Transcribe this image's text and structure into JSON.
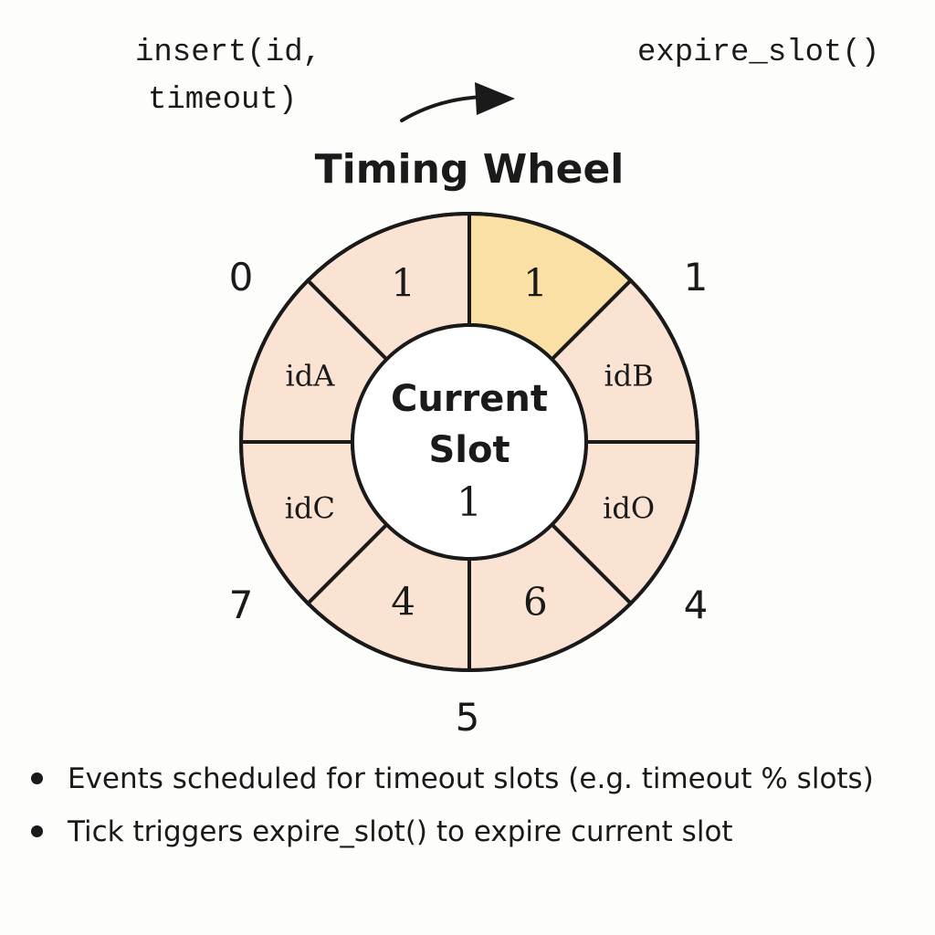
{
  "labels": {
    "insert_line1": "insert(id,",
    "insert_line2": "timeout)",
    "expire": "expire_slot()"
  },
  "title": "Timing Wheel",
  "center": {
    "line1": "Current",
    "line2": "Slot",
    "value": "1"
  },
  "outer_numbers": [
    "0",
    "1",
    "4",
    "5",
    "7"
  ],
  "slots": [
    {
      "text": "1",
      "highlight": true
    },
    {
      "text": "idB",
      "highlight": false
    },
    {
      "text": "idO",
      "highlight": false
    },
    {
      "text": "6",
      "highlight": false
    },
    {
      "text": "4",
      "highlight": false
    },
    {
      "text": "idC",
      "highlight": false
    },
    {
      "text": "idA",
      "highlight": false
    },
    {
      "text": "1",
      "highlight": false
    }
  ],
  "colors": {
    "slot_fill": "#fbe3d3",
    "highlight_fill": "#fbe0a5",
    "stroke": "#1a1a1a",
    "center_fill": "#ffffff"
  },
  "notes": [
    "Events scheduled for timeout slots (e.g. timeout % slots)",
    "Tick triggers expire_slot() to expire current slot"
  ]
}
